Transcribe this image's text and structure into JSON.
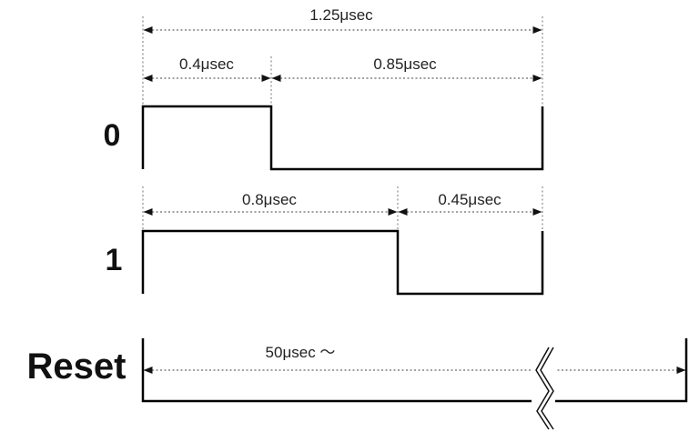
{
  "diagram": {
    "total_period_label": "1.25μsec",
    "bit0": {
      "label": "0",
      "high_label": "0.4μsec",
      "low_label": "0.85μsec"
    },
    "bit1": {
      "label": "1",
      "high_label": "0.8μsec",
      "low_label": "0.45μsec"
    },
    "reset": {
      "label": "Reset",
      "duration_label": "50μsec ～"
    }
  }
}
